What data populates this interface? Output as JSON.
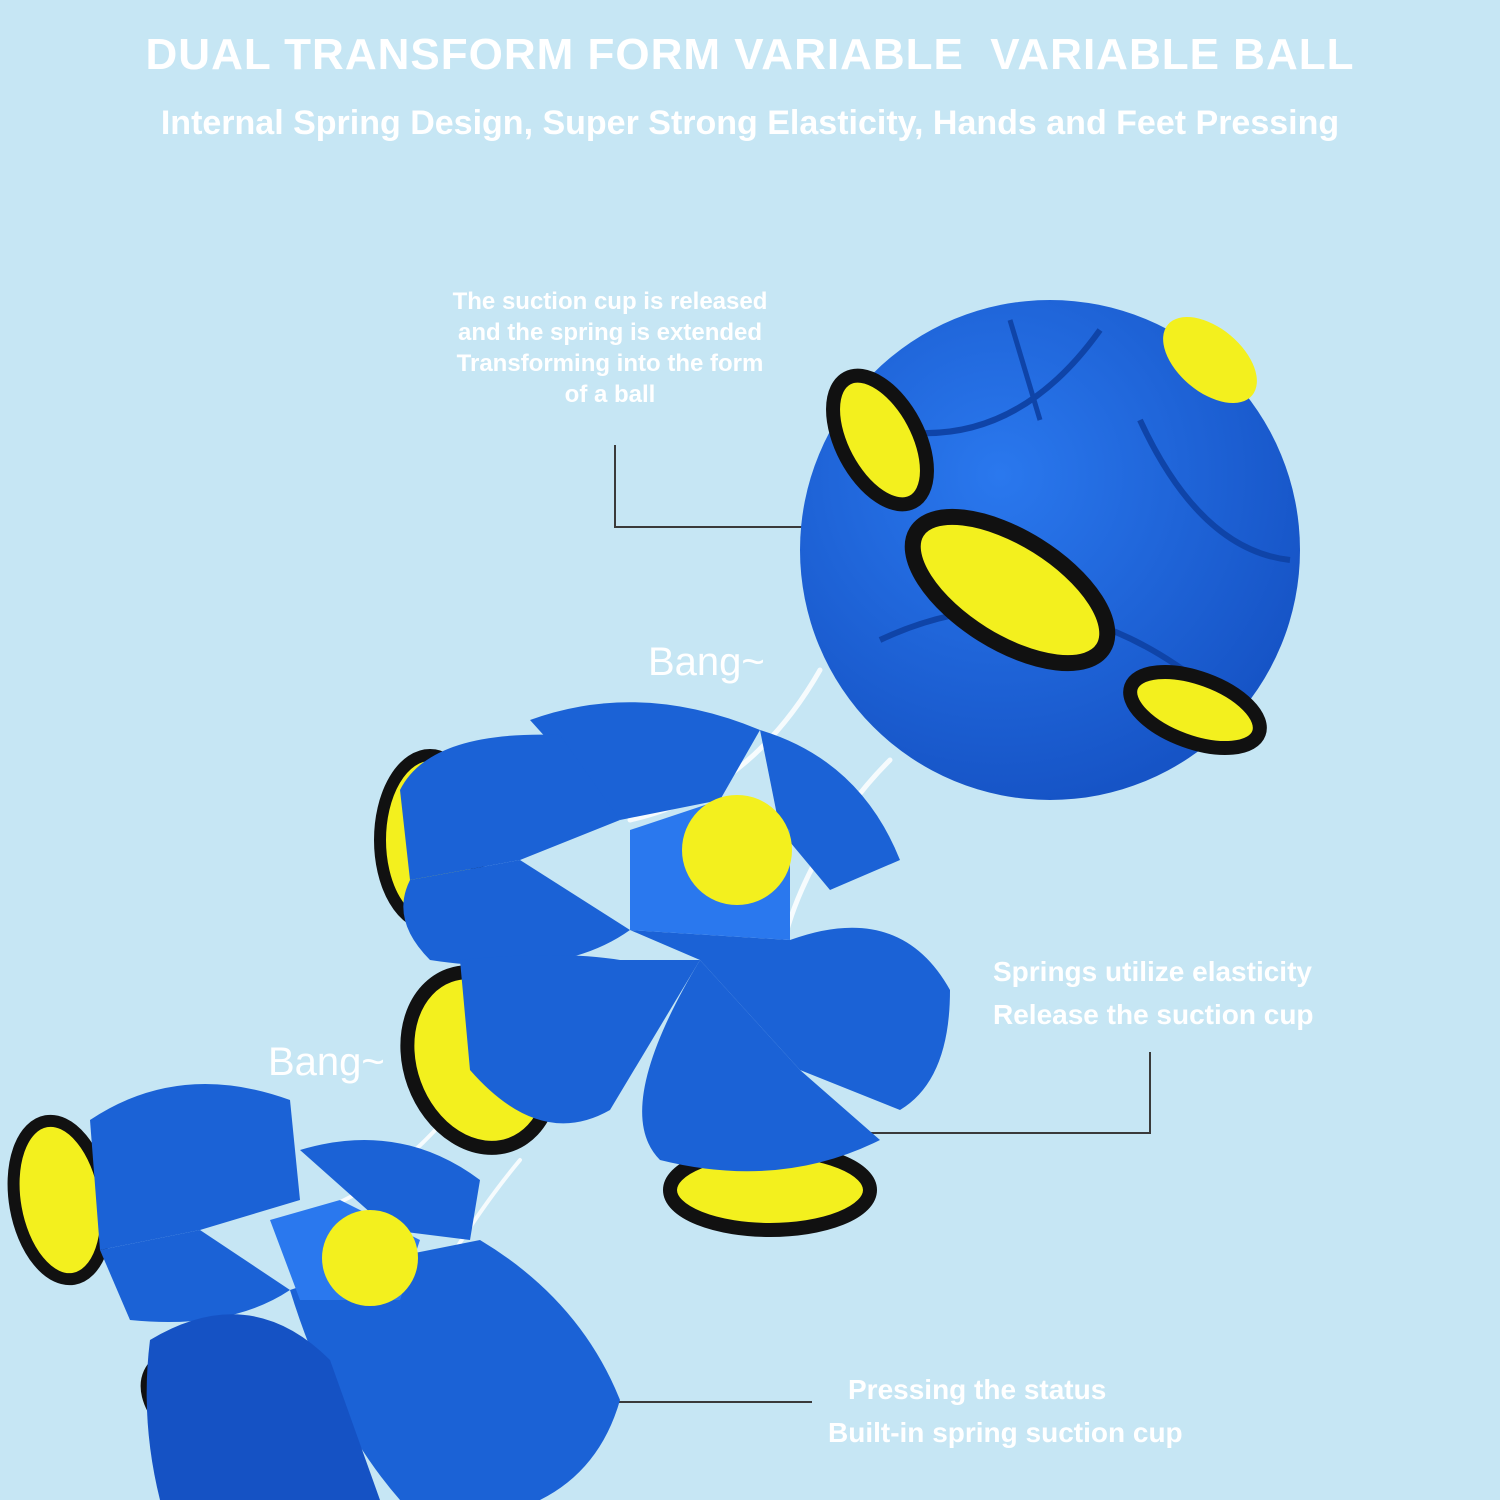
{
  "header": {
    "title": "DUAL TRANSFORM FORM VARIABLE  VARIABLE BALL",
    "subtitle": "Internal Spring Design, Super Strong Elasticity, Hands and Feet Pressing"
  },
  "captions": {
    "ball_form": [
      "The suction cup is released",
      "and the spring is extended",
      "Transforming into the form",
      "of a ball"
    ],
    "springs": [
      "Springs utilize elasticity",
      "Release the suction cup"
    ],
    "pressing": [
      "Pressing the status",
      "Built-in spring suction cup"
    ]
  },
  "sound_effects": [
    "Bang~",
    "Bang~"
  ],
  "colors": {
    "background": "#c6e6f4",
    "ball_blue": "#1b62d6",
    "ball_blue_dark": "#0f44a8",
    "accent_yellow": "#f3f01e",
    "outline": "#111111",
    "text": "#ffffff"
  }
}
